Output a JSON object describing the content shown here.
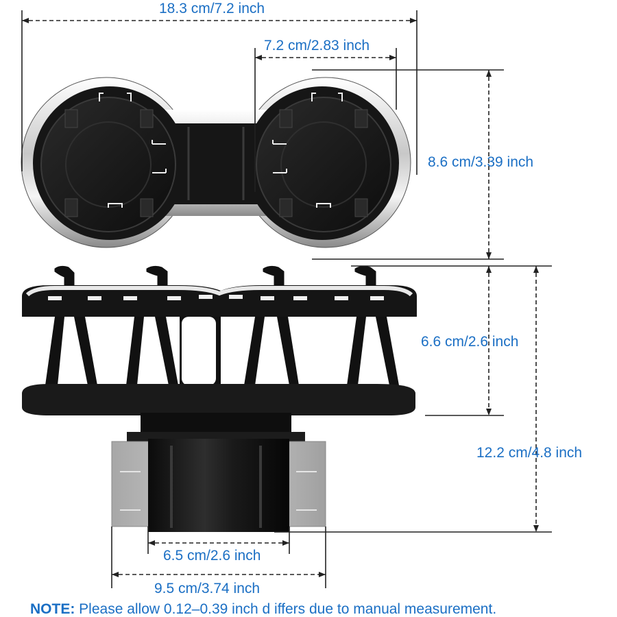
{
  "colors": {
    "dimension_text": "#1b6fc4",
    "dimension_line": "#222222",
    "product_body": "#141414",
    "chrome_trim": "#d9d9d9",
    "adapter_gray": "#b9b9b9"
  },
  "dimensions": {
    "overall_width": "18.3 cm/7.2 inch",
    "cup_diameter": "7.2 cm/2.83 inch",
    "overall_depth": "8.6 cm/3.39 inch",
    "holder_height": "6.6 cm/2.6 inch",
    "total_height": "12.2 cm/4.8 inch",
    "base_width": "6.5 cm/2.6 inch",
    "adapter_width": "9.5 cm/3.74 inch"
  },
  "note": {
    "prefix": "NOTE:",
    "text": "Please allow 0.12–0.39 inch d iffers due to manual measurement."
  }
}
